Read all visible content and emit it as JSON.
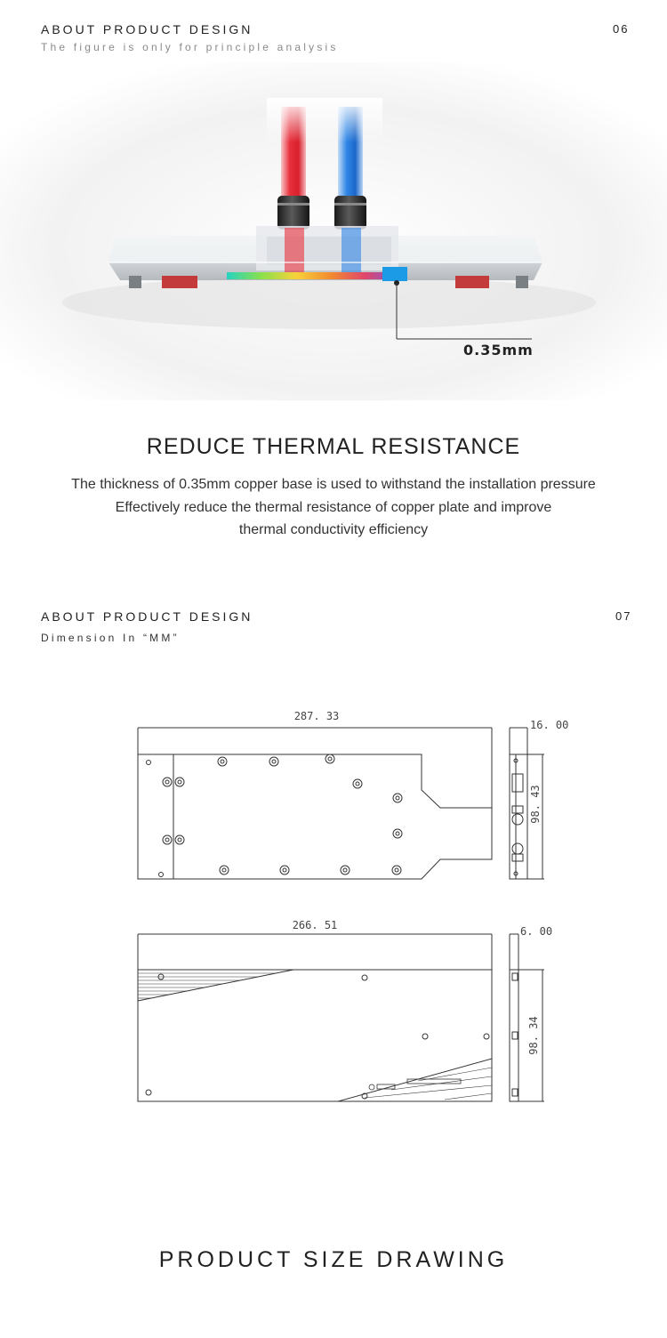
{
  "section1": {
    "title": "ABOUT PRODUCT DESIGN",
    "subtitle": "The figure is only for principle analysis",
    "page_number": "06"
  },
  "hero": {
    "callout_label": "0.35mm",
    "headline": "REDUCE THERMAL RESISTANCE",
    "body_lines": [
      "The thickness of 0.35mm copper base is used to withstand the installation pressure",
      "Effectively reduce the thermal resistance of copper plate and improve",
      "thermal conductivity efficiency"
    ]
  },
  "section2": {
    "title": "ABOUT PRODUCT DESIGN",
    "subtitle": "Dimension In “MM”",
    "page_number": "07"
  },
  "drawing": {
    "front_length": "287. 33",
    "front_thickness": "16. 00",
    "front_height": "98. 43",
    "back_length": "266. 51",
    "back_thickness": "6. 00",
    "back_height": "98. 34"
  },
  "footer": {
    "headline": "PRODUCT SIZE DRAWING"
  },
  "colors": {
    "hot_tube": "#e8303c",
    "cold_tube": "#1f7ee0",
    "line": "#333333"
  }
}
